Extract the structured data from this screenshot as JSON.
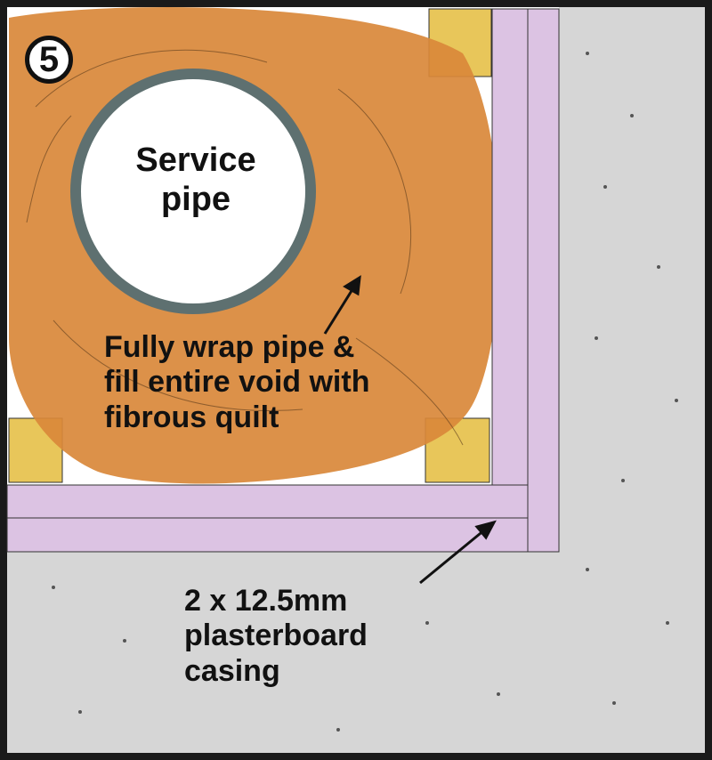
{
  "step_number": "5",
  "labels": {
    "pipe": "Service pipe",
    "quilt": [
      "Fully wrap pipe &",
      "fill entire void with",
      "fibrous quilt"
    ],
    "plasterboard": [
      "2 x 12.5mm",
      "plasterboard",
      "casing"
    ]
  },
  "colors": {
    "quilt": "#d9883a",
    "plasterboard": "#dcc3e3",
    "concrete": "#d8d8d8",
    "timber": "#e8c65a",
    "pipe": "#5e7070",
    "frame": "#1a1a1a"
  }
}
